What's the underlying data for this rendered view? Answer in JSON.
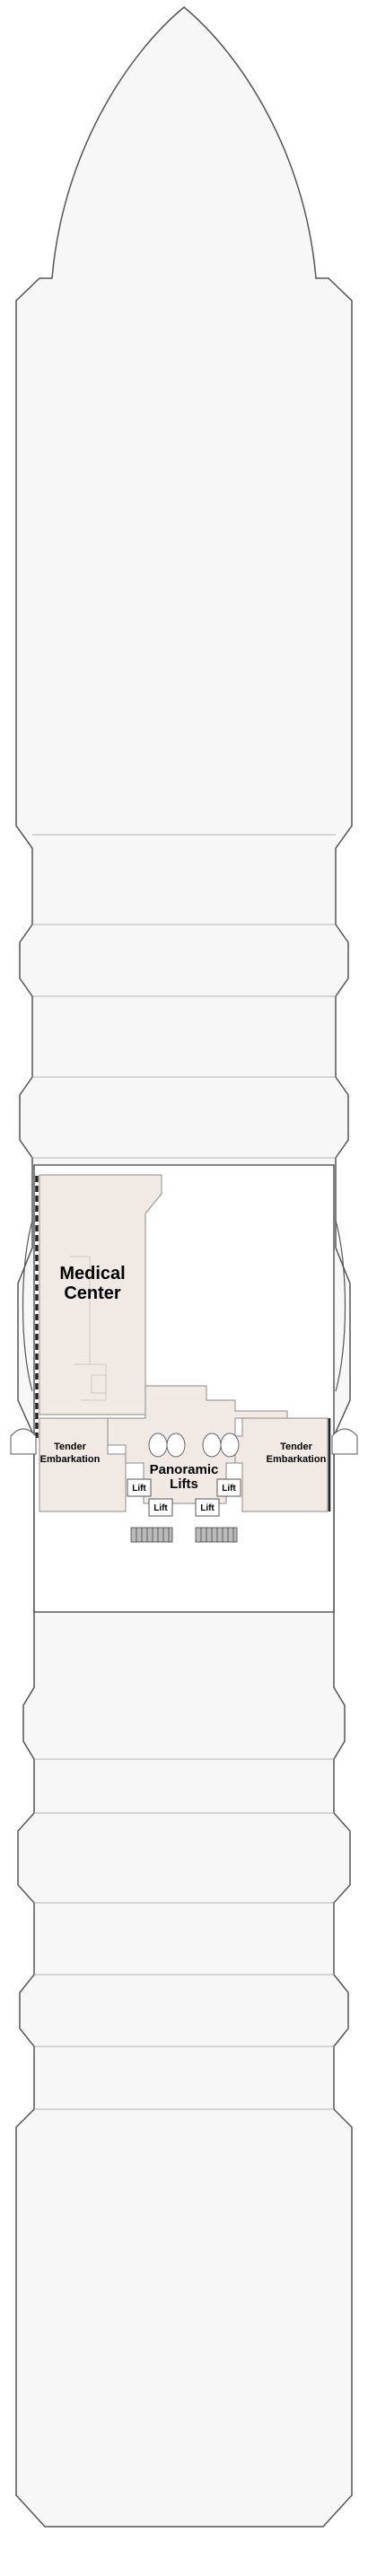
{
  "deck_plan": {
    "colors": {
      "hull_fill": "#f7f7f7",
      "hull_stroke": "#555555",
      "room_fill": "#f1eae4",
      "room_stroke": "#8a8a8a",
      "wall_dark": "#222222"
    },
    "labels": {
      "medical_center_line1": "Medical",
      "medical_center_line2": "Center",
      "tender_left_line1": "Tender",
      "tender_left_line2": "Embarkation",
      "tender_right_line1": "Tender",
      "tender_right_line2": "Embarkation",
      "panoramic_line1": "Panoramic",
      "panoramic_line2": "Lifts",
      "lift_1": "Lift",
      "lift_2": "Lift",
      "lift_3": "Lift",
      "lift_4": "Lift"
    }
  }
}
